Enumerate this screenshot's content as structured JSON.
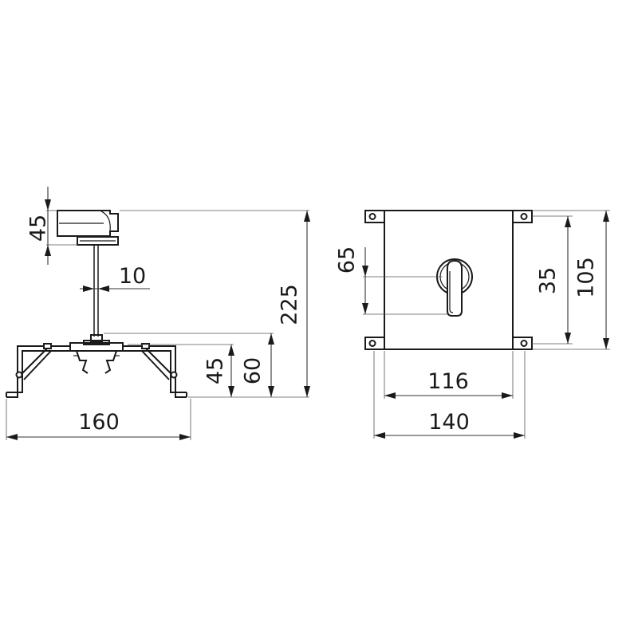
{
  "side_view": {
    "dims": {
      "d45_top": "45",
      "d10": "10",
      "d225": "225",
      "d45_bottom": "45",
      "d60": "60",
      "d160": "160"
    }
  },
  "front_view": {
    "dims": {
      "d65": "65",
      "d35": "35",
      "d105": "105",
      "d116": "116",
      "d140": "140"
    }
  }
}
